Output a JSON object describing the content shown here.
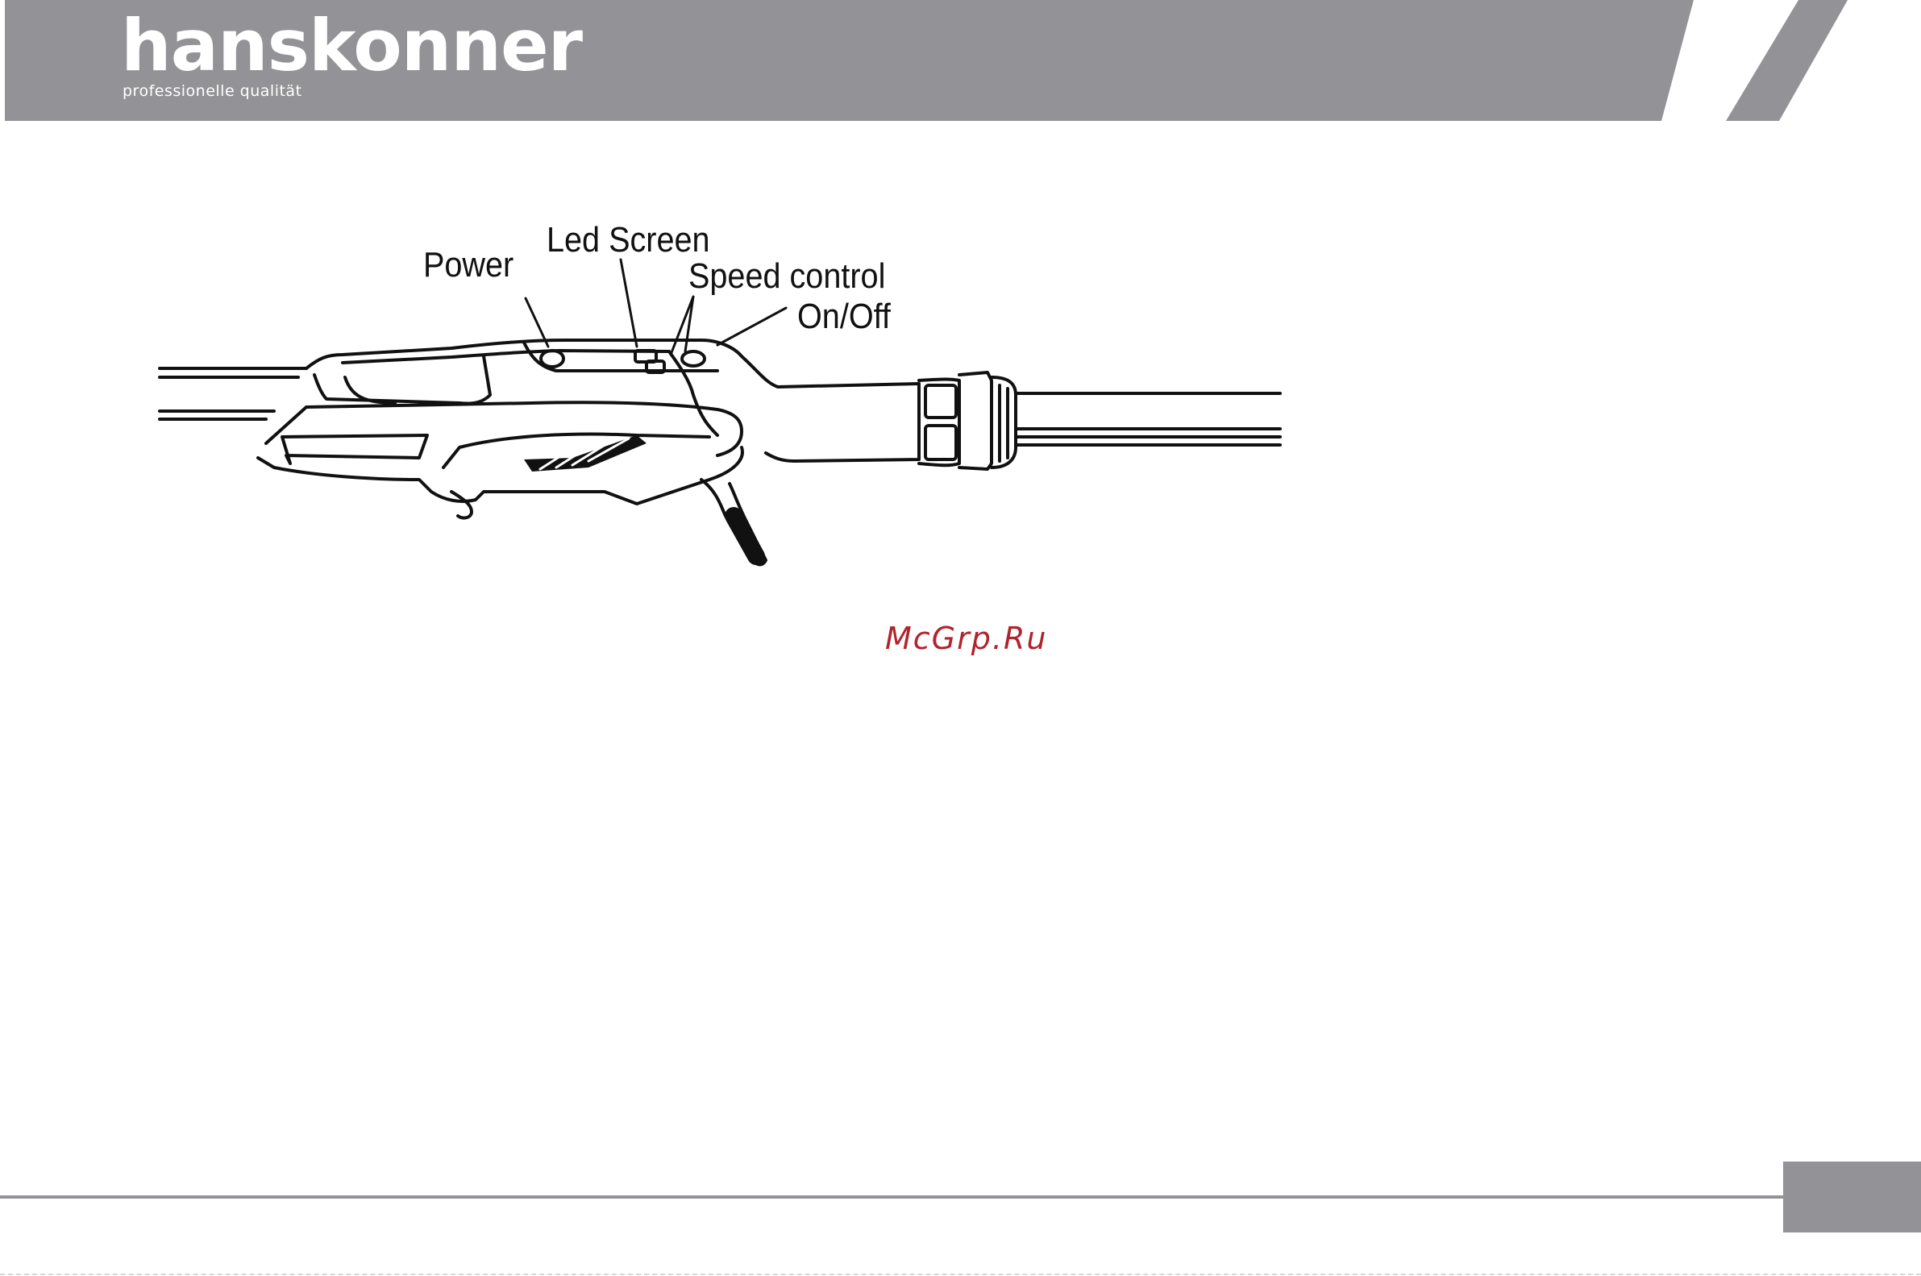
{
  "header": {
    "brand_name": "hanskonner",
    "brand_tagline": "professionelle qualität",
    "band_color": "#939397"
  },
  "figure": {
    "callouts": {
      "power": "Power",
      "led_screen": "Led Screen",
      "speed_control": "Speed control",
      "on_off": "On/Off"
    }
  },
  "watermark": "McGrp.Ru",
  "footer": {
    "line_color": "#939397",
    "tab_color": "#939397"
  }
}
